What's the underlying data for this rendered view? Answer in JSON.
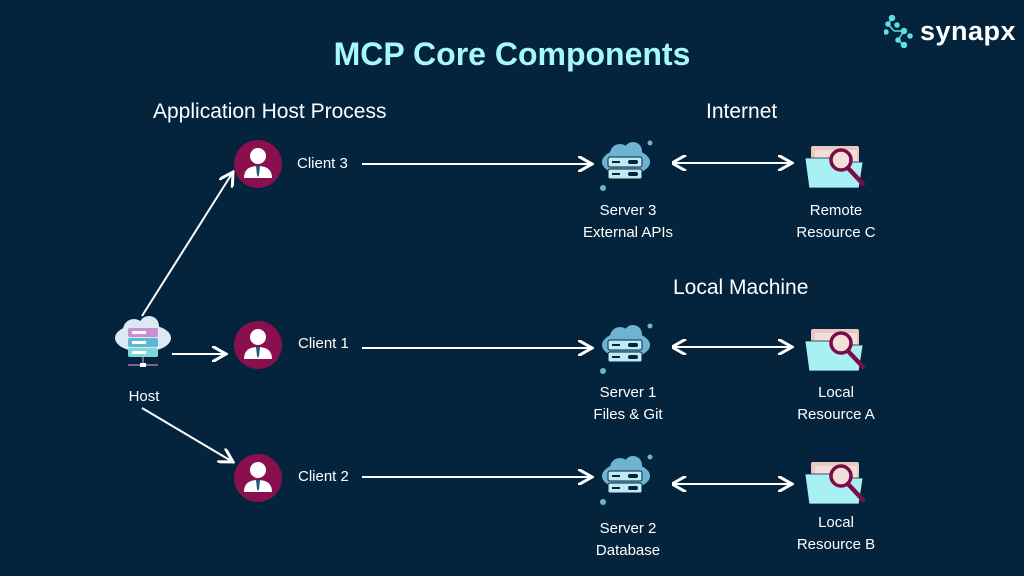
{
  "brand": {
    "name": "synapx",
    "accent": "#5ee0e6"
  },
  "title": "MCP Core Components",
  "sections": {
    "host_process": "Application Host Process",
    "internet": "Internet",
    "local_machine": "Local Machine"
  },
  "host": {
    "label": "Host"
  },
  "clients": [
    {
      "label": "Client 3"
    },
    {
      "label": "Client 1"
    },
    {
      "label": "Client 2"
    }
  ],
  "servers": [
    {
      "line1": "Server 3",
      "line2": "External APIs"
    },
    {
      "line1": "Server 1",
      "line2": "Files & Git"
    },
    {
      "line1": "Server 2",
      "line2": "Database"
    }
  ],
  "resources": [
    {
      "line1": "Remote",
      "line2": "Resource C"
    },
    {
      "line1": "Local",
      "line2": "Resource A"
    },
    {
      "line1": "Local",
      "line2": "Resource B"
    }
  ],
  "colors": {
    "background": "#03243c",
    "title": "#a7f8fb",
    "client_circle": "#8a0f4f",
    "server_cloud": "#6fb3d2",
    "folder": "#a9f0f5",
    "magnifier": "#7a0c48"
  }
}
